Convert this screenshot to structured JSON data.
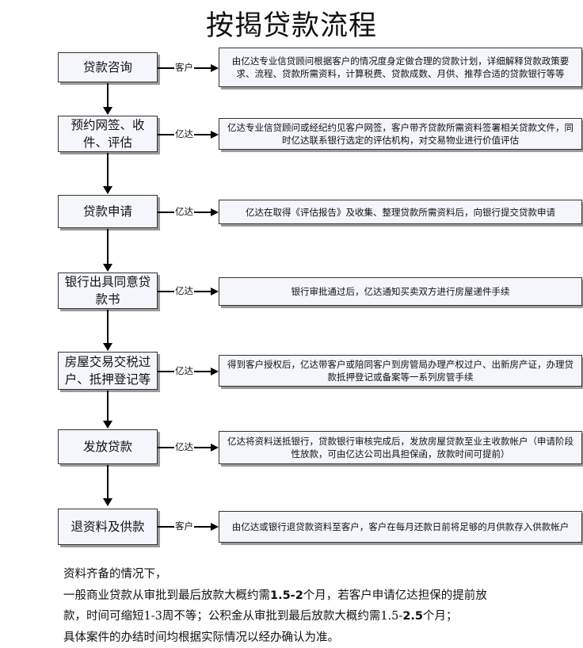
{
  "title": "按揭贷款流程",
  "steps": [
    {
      "label": "贷款咨询",
      "connector": "客户",
      "desc": "由亿达专业信贷顾问根据客户的情况度身定做合理的贷款计划，详细解释贷款政策要求、流程、贷款所需资料，计算税费、贷款成数、月供、推荐合适的贷款银行等等"
    },
    {
      "label": "预约网签、收件、评估",
      "connector": "亿达",
      "desc": "亿达专业信贷顾问或经纪约见客户网签，客户带齐贷款所需资料签署相关贷款文件，同时亿达联系银行选定的评估机构，对交易物业进行价值评估"
    },
    {
      "label": "贷款申请",
      "connector": "亿达",
      "desc": "亿达在取得《评估报告》及收集、整理贷款所需资料后，向银行提交贷款申请"
    },
    {
      "label": "银行出具同意贷款书",
      "connector": "亿达",
      "desc": "银行审批通过后，亿达通知买卖双方进行房屋递件手续"
    },
    {
      "label": "房屋交易交税过户、抵押登记等",
      "connector": "亿达",
      "desc": "得到客户授权后，亿达带客户或陪同客户到房管局办理产权过户、出新房产证，办理贷款抵押登记或备案等一系列房管手续"
    },
    {
      "label": "发放贷款",
      "connector": "亿达",
      "desc": "亿达将资料送抵银行，贷款银行审核完成后，发放房屋贷款至业主收款帐户（申请阶段性放款，可由亿达公司出具担保函，放款时间可提前）"
    },
    {
      "label": "退资料及供款",
      "connector": "客户",
      "desc": "由亿达或银行退贷款资料至客户，客户在每月还款日前将足够的月供款存入供款帐户"
    }
  ],
  "notes": {
    "line1": "资料齐备的情况下，",
    "line2a": "一般商业贷款从审批到最后放款大概约需",
    "line2b": "1.5-2",
    "line2c": "个月，若客户申请亿达担保的提前放",
    "line3a": "款，时间可缩短1-3周不等；公积金从审批到最后放款大概约需1.5-",
    "line3b": "2.5",
    "line3c": "个月；",
    "line4": "具体案件的办结时间均根据实际情况以经办确认为准。"
  }
}
